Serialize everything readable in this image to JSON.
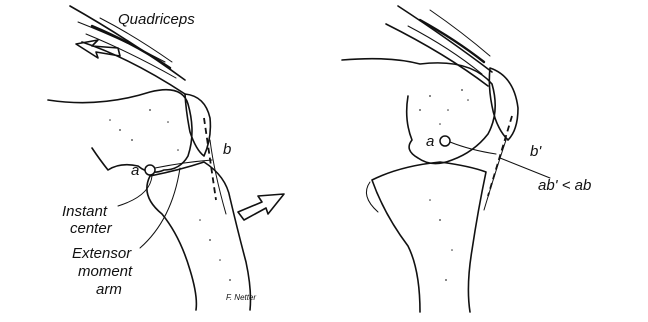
{
  "figure": {
    "left_panel": {
      "label_quadriceps": "Quadriceps",
      "label_a": "a",
      "label_b": "b",
      "label_instant_center": [
        "Instant",
        "center"
      ],
      "label_extensor_moment_arm": [
        "Extensor",
        "moment",
        "arm"
      ],
      "signature": "F. Netter"
    },
    "right_panel": {
      "label_a": "a",
      "label_b_prime": "b'",
      "label_comparison": "ab' < ab"
    }
  }
}
